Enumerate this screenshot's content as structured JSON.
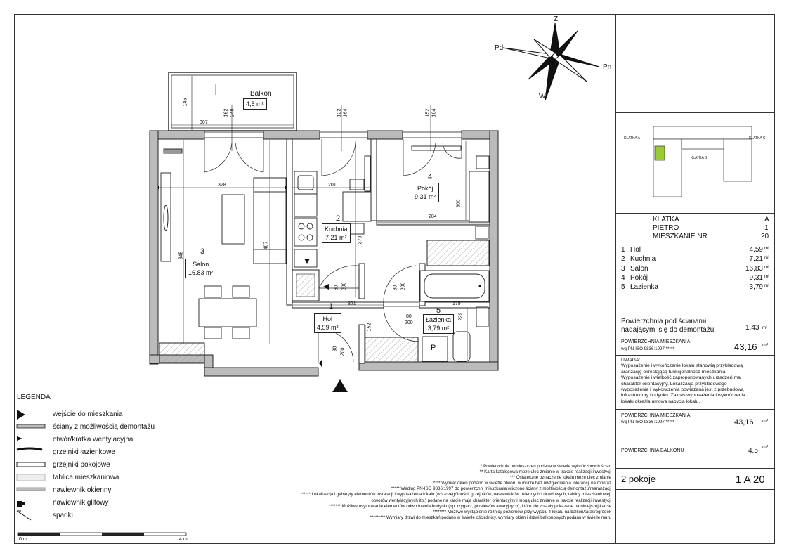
{
  "compass": {
    "north": "Z",
    "east": "Pn",
    "west": "Pd",
    "south": "W"
  },
  "rooms": [
    {
      "num": "3",
      "name": "Salon",
      "area": "16,83 m²"
    },
    {
      "num": "2",
      "name": "Kuchnia",
      "area": "7,21 m²"
    },
    {
      "num": "4",
      "name": "Pokój",
      "area": "9,31 m²"
    },
    {
      "num": "1",
      "name": "Hol",
      "area": "4,59 m²"
    },
    {
      "num": "5",
      "name": "Łazienka",
      "area": "3,79 m²"
    }
  ],
  "balcony": {
    "name": "Balkon",
    "area": "4,5 m²"
  },
  "dimensions": {
    "d307": "307",
    "d145": "145",
    "d162": "162",
    "d248": "248",
    "d122": "122",
    "d164a": "164",
    "d152": "152",
    "d164b": "164",
    "d328": "328",
    "d201": "201",
    "d300": "300",
    "d284": "284",
    "d497": "497",
    "d345": "345",
    "d379": "379",
    "d321": "321",
    "d175": "175",
    "d229": "229",
    "d152b": "152",
    "d80a": "80",
    "d200a": "200",
    "d80b": "80",
    "d200b": "200",
    "d80c": "80",
    "d200c": "200",
    "d90": "90",
    "d200d": "200"
  },
  "legend": {
    "title": "LEGENDA",
    "items": [
      "wejście do mieszkania",
      "ściany z możliwością demontażu",
      "otwór/kratka wentylacyjna",
      "grzejniki łazienkowe",
      "grzejniki pokojowe",
      "tablica mieszkaniowa",
      "nawiewnik okienny",
      "nawiewnik glifowy",
      "spadki"
    ]
  },
  "scale": {
    "start": "0 m",
    "end": "4 m"
  },
  "notes": [
    "* Powierzchnia pomieszczeń podana w świetle wykończonych ścian",
    "** Karta katalogowa może ulec zmianie w trakcie realizacji inwestycji",
    "*** Ostateczne oznaczenie lokalu może ulec zmianie",
    "**** Wymiar okien podano w świetle otworu w murze bez uwzględnienia tolerancji na montaż",
    "***** Według PN-ISO 9836:1997 do powierzchni mieszkania wliczono ściany z możliwością demontażu/rearanżacji",
    "****** Lokalizacja i gabaryty elementów instalacji i wyposażenia lokalu (w szczególności: grzejników, nawiewników okiennych i drzwiowych, tablicy mieszkaniowej,",
    "otworów wentylacyjnych itp.) podane na karcie mają charakter orientacyjny i mogą ulec zmianie w trakcie realizacji inwestycji",
    "******* Możliwe usytuowanie elementów odwodnienia budynku(np. rzygacz, przelewów awaryjnych), które nie zostały pokazane na niniejszej karcie",
    "******** Możliwe wystąpienie różnicy poziomów przy wyjściu z lokalu na balkon/taras/ogródek",
    "********* Wymiary drzwi do mieszkań podano w świetle ościeżnicy, wymiary okien i drzwi balkonowych podano w świetle muru"
  ],
  "keyplan": {
    "a": "KLATKA A",
    "b": "KLATKA B",
    "c": "KLATKA C"
  },
  "info": {
    "klatka_label": "KLATKA",
    "klatka": "A",
    "pietro_label": "PIĘTRO",
    "pietro": "1",
    "nr_label": "MIESZKANIE NR",
    "nr": "20"
  },
  "room_list": [
    {
      "n": "1",
      "name": "Hol",
      "area": "4,59"
    },
    {
      "n": "2",
      "name": "Kuchnia",
      "area": "7,21"
    },
    {
      "n": "3",
      "name": "Salon",
      "area": "16,83"
    },
    {
      "n": "4",
      "name": "Pokój",
      "area": "9,31"
    },
    {
      "n": "5",
      "name": "Łazienka",
      "area": "3,79"
    }
  ],
  "unit_m2": "m²",
  "walls_area": {
    "label1": "Powierzchnia pod ścianami",
    "label2": "nadającymi się do demontażu",
    "value": "1,43"
  },
  "total_area": {
    "label1": "POWIERZCHNIA MIESZKANIA",
    "label2": "wg PN-ISO 9836:1997 *****",
    "value": "43,16"
  },
  "uwaga": {
    "title": "UWAGA:",
    "lines": [
      "Wyposażenie i wykończenie lokalu stanowią przykładową",
      "aranżację określającą funkcjonalność mieszkania.",
      "Wyposażenie i wielkość zaproponowanych urządzeń ma",
      "charakter orientacyjny. Lokalizacja przykładowego",
      "wyposażenia i wykończenia powiązana jest z przebudową",
      "infrastruktury budynku. Zakres wyposażenia i wykończenia",
      "lokalu określa umowa nabycia lokalu."
    ]
  },
  "total_area2": {
    "label1": "POWIERZCHNIA MIESZKANIA",
    "label2": "wg PN-ISO 9836:1997 *****",
    "value": "43,16"
  },
  "balcony_area": {
    "label": "POWIERZCHNIA BALKONU",
    "value": "4,5"
  },
  "footer": {
    "rooms": "2 pokoje",
    "code": "1 A 20"
  }
}
